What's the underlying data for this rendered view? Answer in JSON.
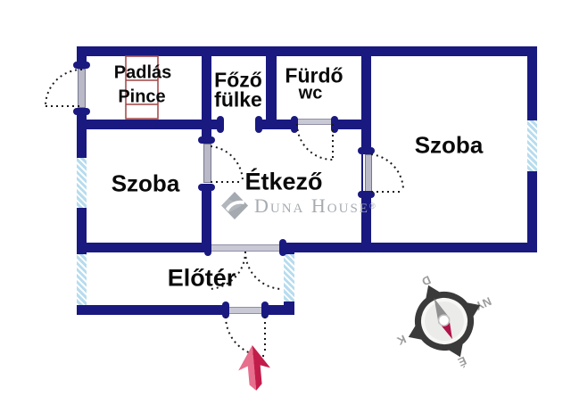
{
  "rooms": {
    "padlas": {
      "line1": "Padlás",
      "line2": "Pince"
    },
    "fozo_fulke": {
      "line1": "Főző",
      "line2": "fülke"
    },
    "furdo_wc": {
      "line1": "Fürdő",
      "line2": "wc"
    },
    "szoba_left": {
      "label": "Szoba"
    },
    "etkezo": {
      "label": "Étkező"
    },
    "szoba_right": {
      "label": "Szoba"
    },
    "eloter": {
      "label": "Előtér"
    }
  },
  "watermark": {
    "brand": "Duna House",
    "registered": "®"
  },
  "compass": {
    "north_label": "É",
    "south_label": "D",
    "east_label": "K",
    "west_label": "NY"
  },
  "colors": {
    "wall": "#191980",
    "window_blue": "#b7dcee",
    "door_gray": "#b9b9c7",
    "ladder_red": "#a04444",
    "arrow_red_dark": "#c21d4a",
    "arrow_red_light": "#e76e8c",
    "compass_needle_red": "#b01349",
    "watermark_gray": "#a6abb0"
  }
}
